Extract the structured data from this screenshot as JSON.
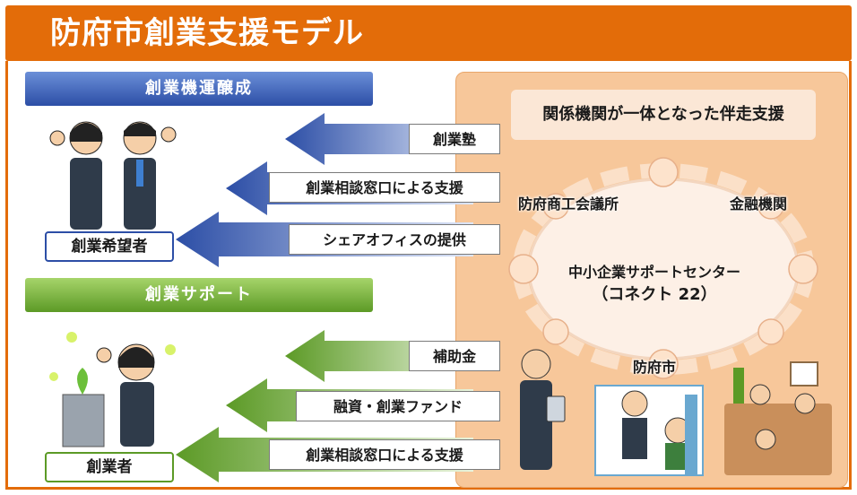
{
  "title": "防府市創業支援モデル",
  "sections": {
    "blue_head": "創業機運醸成",
    "green_head": "創業サポート"
  },
  "blue_arrows": [
    "創業塾",
    "創業相談窓口による支援",
    "シェアオフィスの提供"
  ],
  "green_arrows": [
    "補助金",
    "融資・創業ファンド",
    "創業相談窓口による支援"
  ],
  "people": {
    "blue_label": "創業希望者",
    "green_label": "創業者"
  },
  "panel": {
    "head": "関係機関が一体となった伴走支援",
    "ring_left": "防府商工会議所",
    "ring_right": "金融機関",
    "ring_bottom": "防府市",
    "center_line1": "中小企業サポートセンター",
    "center_line2": "（コネクト 22）"
  },
  "colors": {
    "title_orange": "#e36c09",
    "blue_accent": "#2c4ea6",
    "green_accent": "#5c9a26",
    "panel_bg": "#f7c79a"
  }
}
